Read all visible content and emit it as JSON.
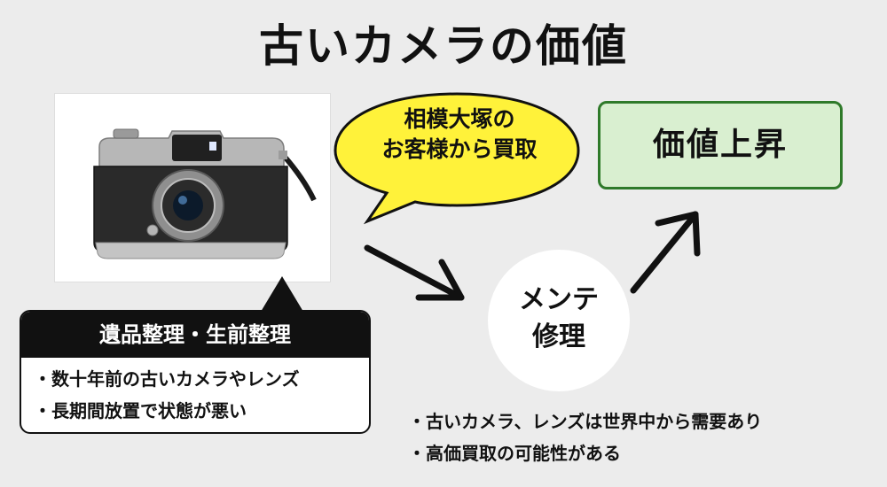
{
  "title": "古いカメラの価値",
  "photo": {
    "subject": "camera-photo"
  },
  "info_box": {
    "heading": "遺品整理・生前整理",
    "items": [
      "・数十年前の古いカメラやレンズ",
      "・長期間放置で状態が悪い"
    ]
  },
  "speech_bubble": {
    "line1": "相模大塚の",
    "line2": "お客様から買取",
    "color": "#fff23a"
  },
  "maintenance_circle": {
    "line1": "メンテ",
    "line2": "修理"
  },
  "value_box": {
    "label": "価値上昇",
    "fill": "#d9efd0",
    "border": "#2f7a2a"
  },
  "notes": [
    "・古いカメラ、レンズは世界中から需要あり",
    "・高価買取の可能性がある"
  ]
}
